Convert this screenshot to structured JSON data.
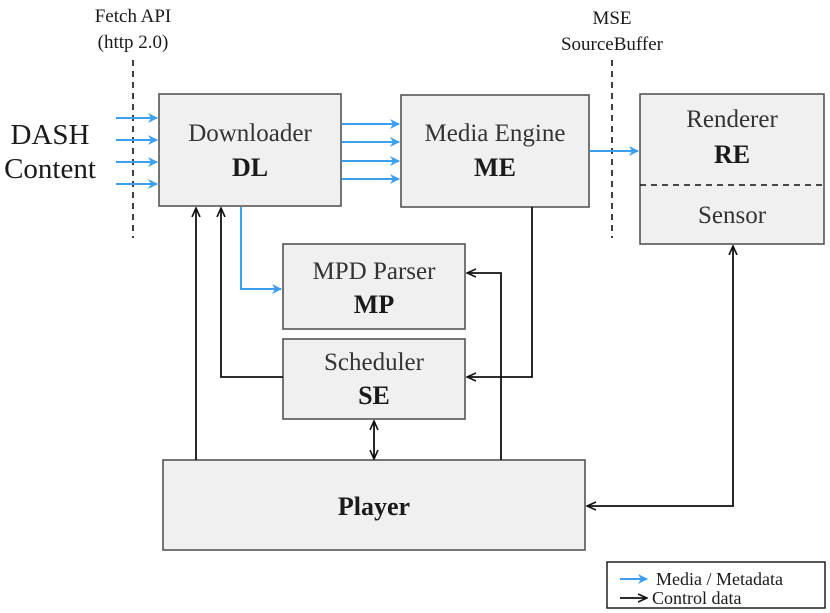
{
  "annotations": {
    "fetch_api_line1": "Fetch API",
    "fetch_api_line2": "(http 2.0)",
    "mse_line1": "MSE",
    "mse_line2": "SourceBuffer"
  },
  "source": {
    "line1": "DASH",
    "line2": "Content"
  },
  "blocks": {
    "downloader": {
      "name": "Downloader",
      "abbr": "DL"
    },
    "media_engine": {
      "name": "Media Engine",
      "abbr": "ME"
    },
    "renderer": {
      "name": "Renderer",
      "abbr": "RE"
    },
    "sensor": {
      "name": "Sensor"
    },
    "mpd_parser": {
      "name": "MPD Parser",
      "abbr": "MP"
    },
    "scheduler": {
      "name": "Scheduler",
      "abbr": "SE"
    },
    "player": {
      "name": "Player"
    }
  },
  "legend": {
    "media": "Media / Metadata",
    "control": "Control data"
  },
  "colors": {
    "media_arrow": "#3d9ff0",
    "control_arrow": "#111111",
    "box_fill": "#f0f0f0"
  }
}
